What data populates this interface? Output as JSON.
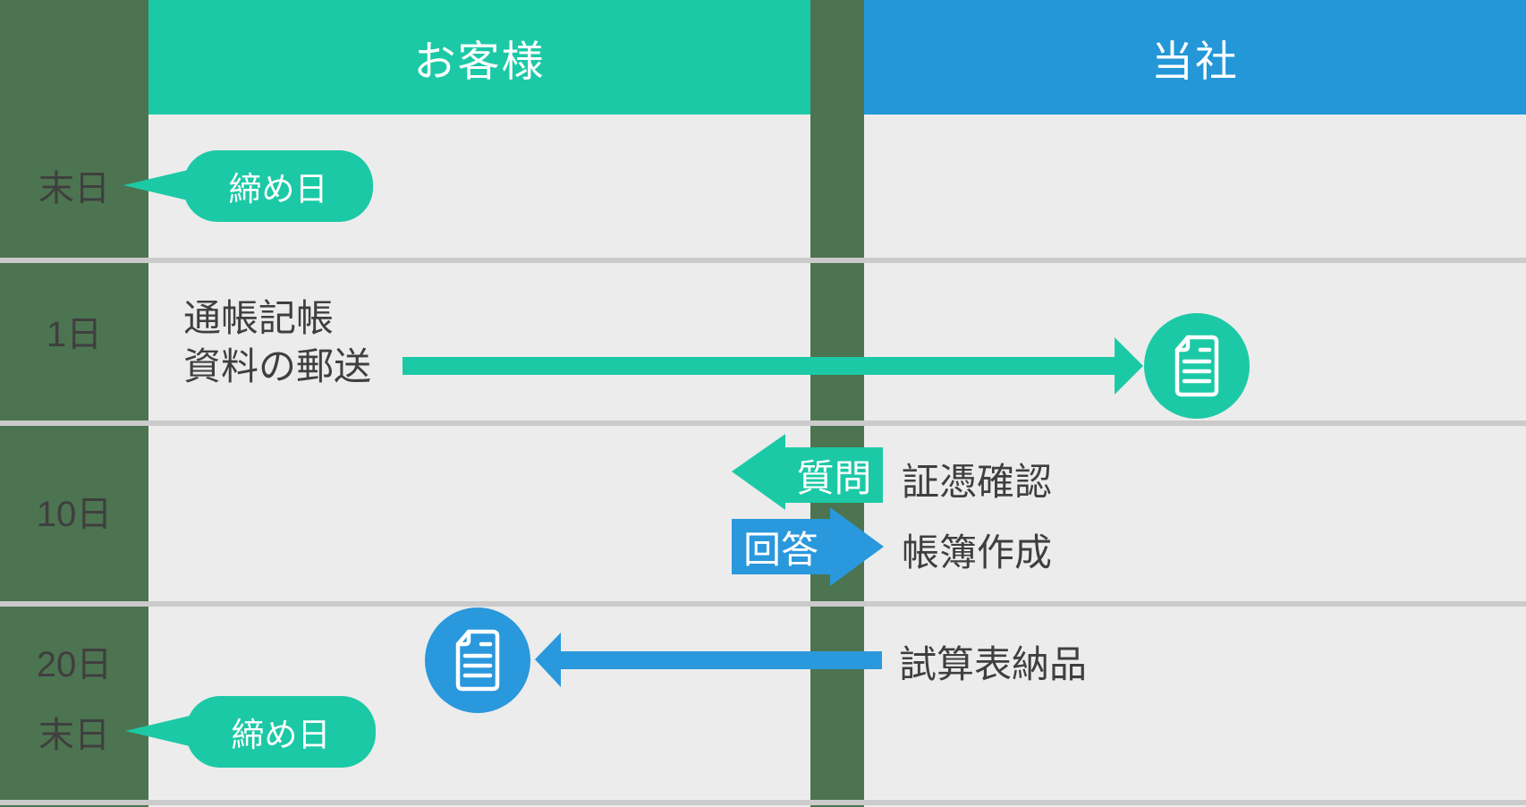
{
  "colors": {
    "teal": "#1cc9a6",
    "blue": "#2397d8",
    "green_sidebar": "#4c7450",
    "row_background": "#ececec",
    "divider_line": "#cbcbcb",
    "dark_text": "#3f3f3f",
    "white_text": "#ffffff"
  },
  "columns": {
    "customer": "お客様",
    "company": "当社"
  },
  "schedule": {
    "row1": {
      "date": "末日",
      "badge": "締め日"
    },
    "row2": {
      "date": "1日",
      "customer_line1": "通帳記帳",
      "customer_line2": "資料の郵送"
    },
    "row3": {
      "date": "10日",
      "question_label": "質問",
      "question_task": "証憑確認",
      "answer_label": "回答",
      "answer_task": "帳簿作成"
    },
    "row4": {
      "date1": "20日",
      "date2": "末日",
      "company_task": "試算表納品",
      "badge": "締め日"
    }
  },
  "icons": {
    "document": "document-icon"
  }
}
